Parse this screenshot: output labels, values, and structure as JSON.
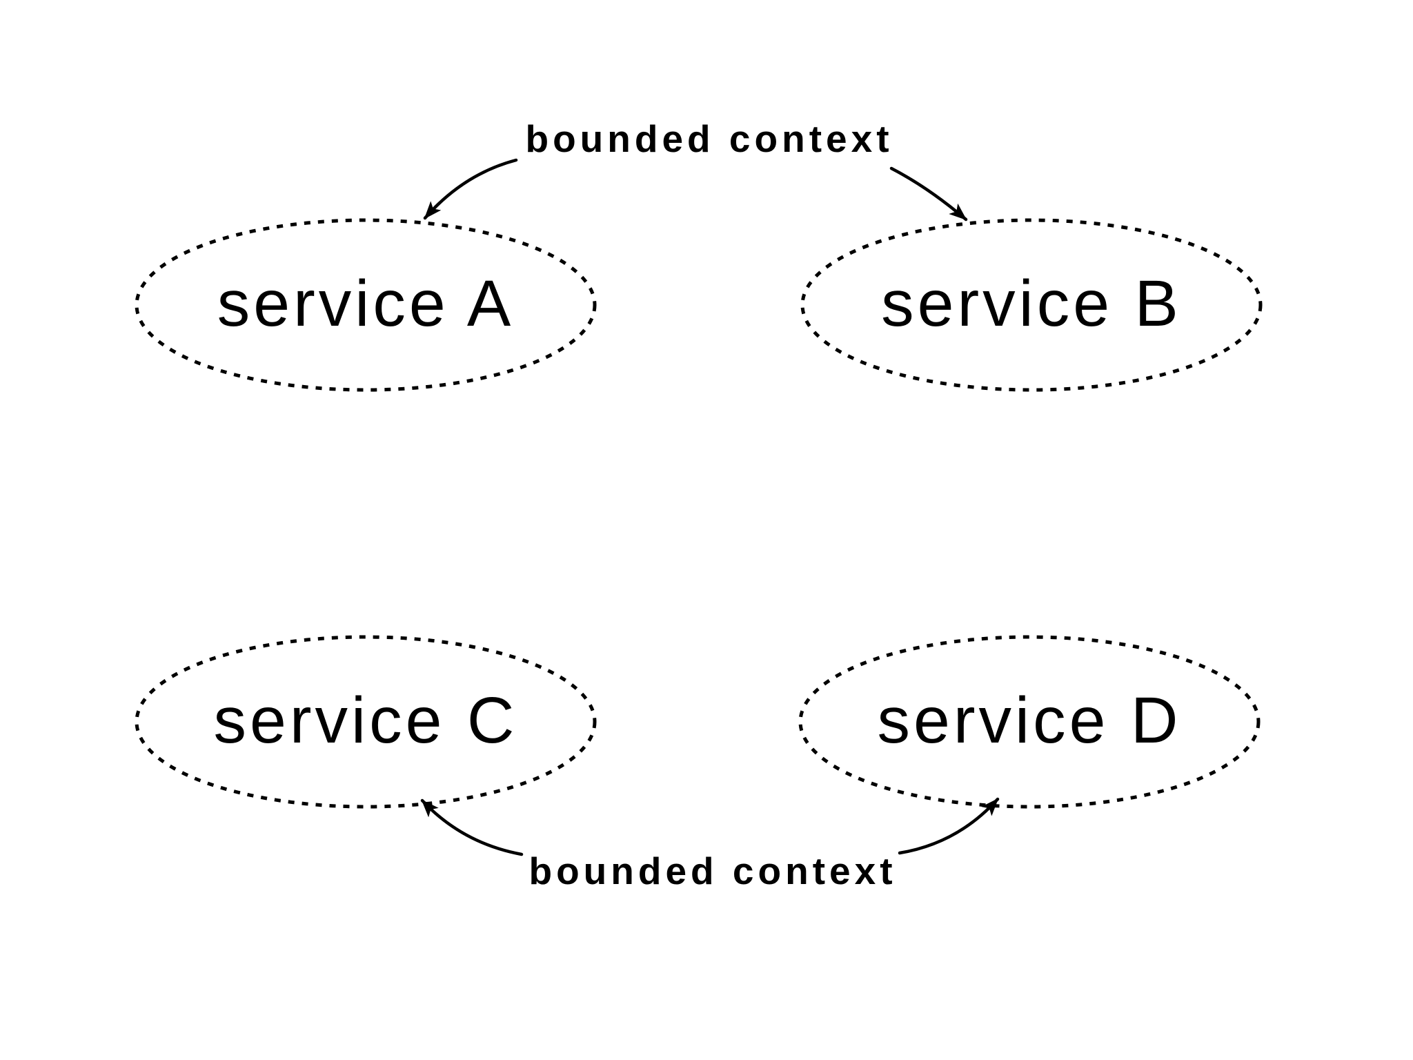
{
  "canvas": {
    "background": "#ffffff",
    "ink": "#000000"
  },
  "annotations": {
    "top_label": "bounded context",
    "bottom_label": "bounded context"
  },
  "services": [
    {
      "id": "service-a",
      "label": "service A"
    },
    {
      "id": "service-b",
      "label": "service B"
    },
    {
      "id": "service-c",
      "label": "service C"
    },
    {
      "id": "service-d",
      "label": "service D"
    }
  ]
}
